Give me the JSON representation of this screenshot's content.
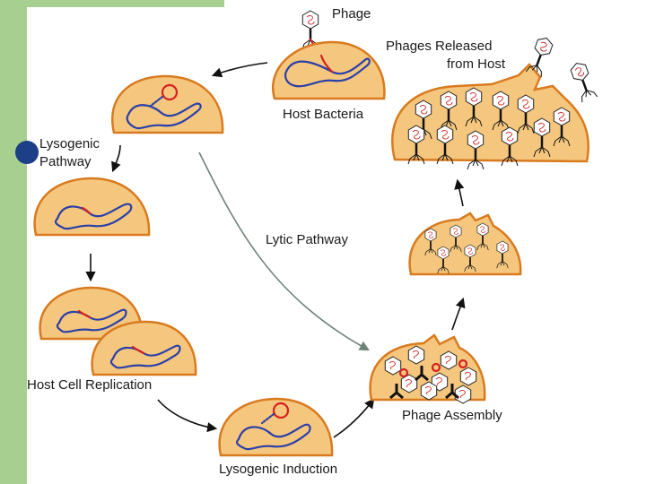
{
  "labels": {
    "phage": "Phage",
    "phages_released_line1": "Phages Released",
    "phages_released_line2": "from Host",
    "host_bacteria": "Host Bacteria",
    "lysogenic_pathway_line1": "Lysogenic",
    "lysogenic_pathway_line2": "Pathway",
    "lytic_pathway": "Lytic Pathway",
    "host_cell_replication": "Host Cell Replication",
    "phage_assembly": "Phage Assembly",
    "lysogenic_induction": "Lysogenic Induction"
  },
  "colors": {
    "slide_background": "#ffffff",
    "left_band": "#a7cf8f",
    "bullet": "#1c3f87",
    "cell_fill": "#f5c77e",
    "cell_outline": "#d97a1e",
    "dna_blue": "#2b3fa8",
    "phage_dna_red": "#d42020",
    "lytic_arrow": "#6f8378"
  }
}
